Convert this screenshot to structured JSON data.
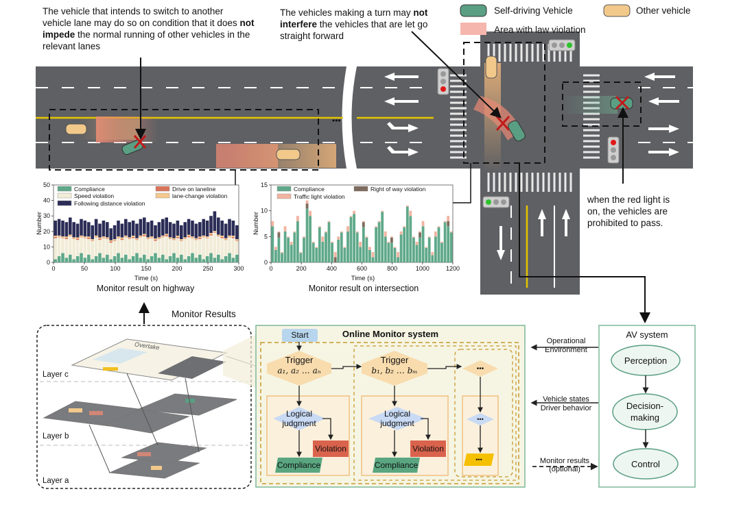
{
  "annotations": {
    "lane_change_line1": "The vehicle that intends to switch to another",
    "lane_change_line2": "vehicle lane may do so on condition that it does",
    "lane_change_not": "not",
    "lane_change_impede": "impede",
    "lane_change_line3_rest": " the normal running of other vehicles in the",
    "lane_change_line4": "relevant lanes",
    "turn_line1_pre": "The vehicles making a turn may ",
    "turn_not": "not",
    "turn_interfere": "interfere",
    "turn_line2_rest": " the vehicles that are let go",
    "turn_line3": "straight forward",
    "red_light_line1": "when the red light is",
    "red_light_line2": "on, the vehicles are",
    "red_light_line3": "prohibited to pass."
  },
  "legend": {
    "self_driving": "Self-driving Vehicle",
    "other": "Other vehicle",
    "violation_area": "Area with law violation",
    "colors": {
      "self_driving": "#5a9e84",
      "other": "#f2c98a",
      "violation": "#f4b6ad"
    }
  },
  "road": {
    "ellipsis": "•••"
  },
  "chart_data": [
    {
      "type": "bar",
      "title": "Monitor result on highway",
      "xlabel": "Time (s)",
      "ylabel": "Number",
      "xlim": [
        0,
        300
      ],
      "ylim": [
        0,
        50
      ],
      "xticks": [
        "0",
        "50",
        "100",
        "150",
        "200",
        "250",
        "300"
      ],
      "yticks": [
        "0",
        "10",
        "20",
        "30",
        "40",
        "50"
      ],
      "legend": [
        "Compliance",
        "Drive on laneline",
        "Speed violation",
        "lane-change violation",
        "Following distance violation"
      ],
      "colors": {
        "Compliance": "#5fa98a",
        "Drive on laneline": "#d9735a",
        "Speed violation": "#f1ecd8",
        "lane-change violation": "#f5c88d",
        "Following distance violation": "#2c2d56"
      },
      "stack_totals_estimate": [
        27,
        28,
        27,
        26,
        29,
        26,
        25,
        28,
        27,
        26,
        24,
        28,
        25,
        27,
        26,
        22,
        24,
        27,
        25,
        28,
        26,
        27,
        25,
        28,
        29,
        26,
        27,
        24,
        26,
        28,
        29,
        26,
        25,
        27,
        24,
        26,
        28,
        27,
        25,
        26,
        28,
        27,
        30,
        33,
        29,
        27,
        25,
        28,
        27,
        24
      ]
    },
    {
      "type": "bar",
      "title": "Monitor result on intersection",
      "xlabel": "Time (s)",
      "ylabel": "Number",
      "xlim": [
        0,
        1200
      ],
      "ylim": [
        0,
        15
      ],
      "xticks": [
        "0",
        "200",
        "400",
        "600",
        "800",
        "1000",
        "1200"
      ],
      "yticks": [
        "0",
        "5",
        "10",
        "15"
      ],
      "legend": [
        "Compliance",
        "Right of way violation",
        "Traffic light violation"
      ],
      "colors": {
        "Compliance": "#5fa98a",
        "Right of way violation": "#7d6b5e",
        "Traffic light violation": "#f1b4a0"
      },
      "stack_totals_estimate": [
        8,
        3,
        6,
        2,
        7,
        5,
        4,
        6,
        9,
        2,
        5,
        12,
        10,
        4,
        3,
        7,
        5,
        6,
        8,
        4,
        2,
        5,
        6,
        3,
        7,
        9,
        10,
        6,
        4,
        8,
        5,
        3,
        2,
        7,
        8,
        10,
        6,
        4,
        5,
        3,
        2,
        6,
        7,
        11,
        10,
        5,
        4,
        6,
        8,
        3,
        5,
        2,
        6,
        7,
        4,
        8,
        9,
        6
      ]
    }
  ],
  "monitor": {
    "monitor_results_label": "Monitor Results",
    "layer_c": "Layer c",
    "layer_b": "Layer b",
    "layer_a": "Layer a",
    "overtake": "Overtake",
    "title": "Online Monitor system",
    "start": "Start",
    "trigger": "Trigger",
    "trigger_a_vars": "a₁, a₂ … aₙ",
    "trigger_b_vars": "b₁, b₂ … bₘ",
    "logical": "Logical",
    "judgment": "judgment",
    "violation": "Violation",
    "compliance": "Compliance",
    "dots": "•••"
  },
  "av": {
    "title": "AV system",
    "perception": "Perception",
    "decision_line1": "Decision-",
    "decision_line2": "making",
    "control": "Control",
    "op_env_line1": "Operational",
    "op_env_line2": "Environment",
    "vehicle_states": "Vehicle states",
    "driver_behavior": "Driver behavior",
    "monitor_results_line1": "Monitor results",
    "monitor_results_line2": "(optional)"
  }
}
